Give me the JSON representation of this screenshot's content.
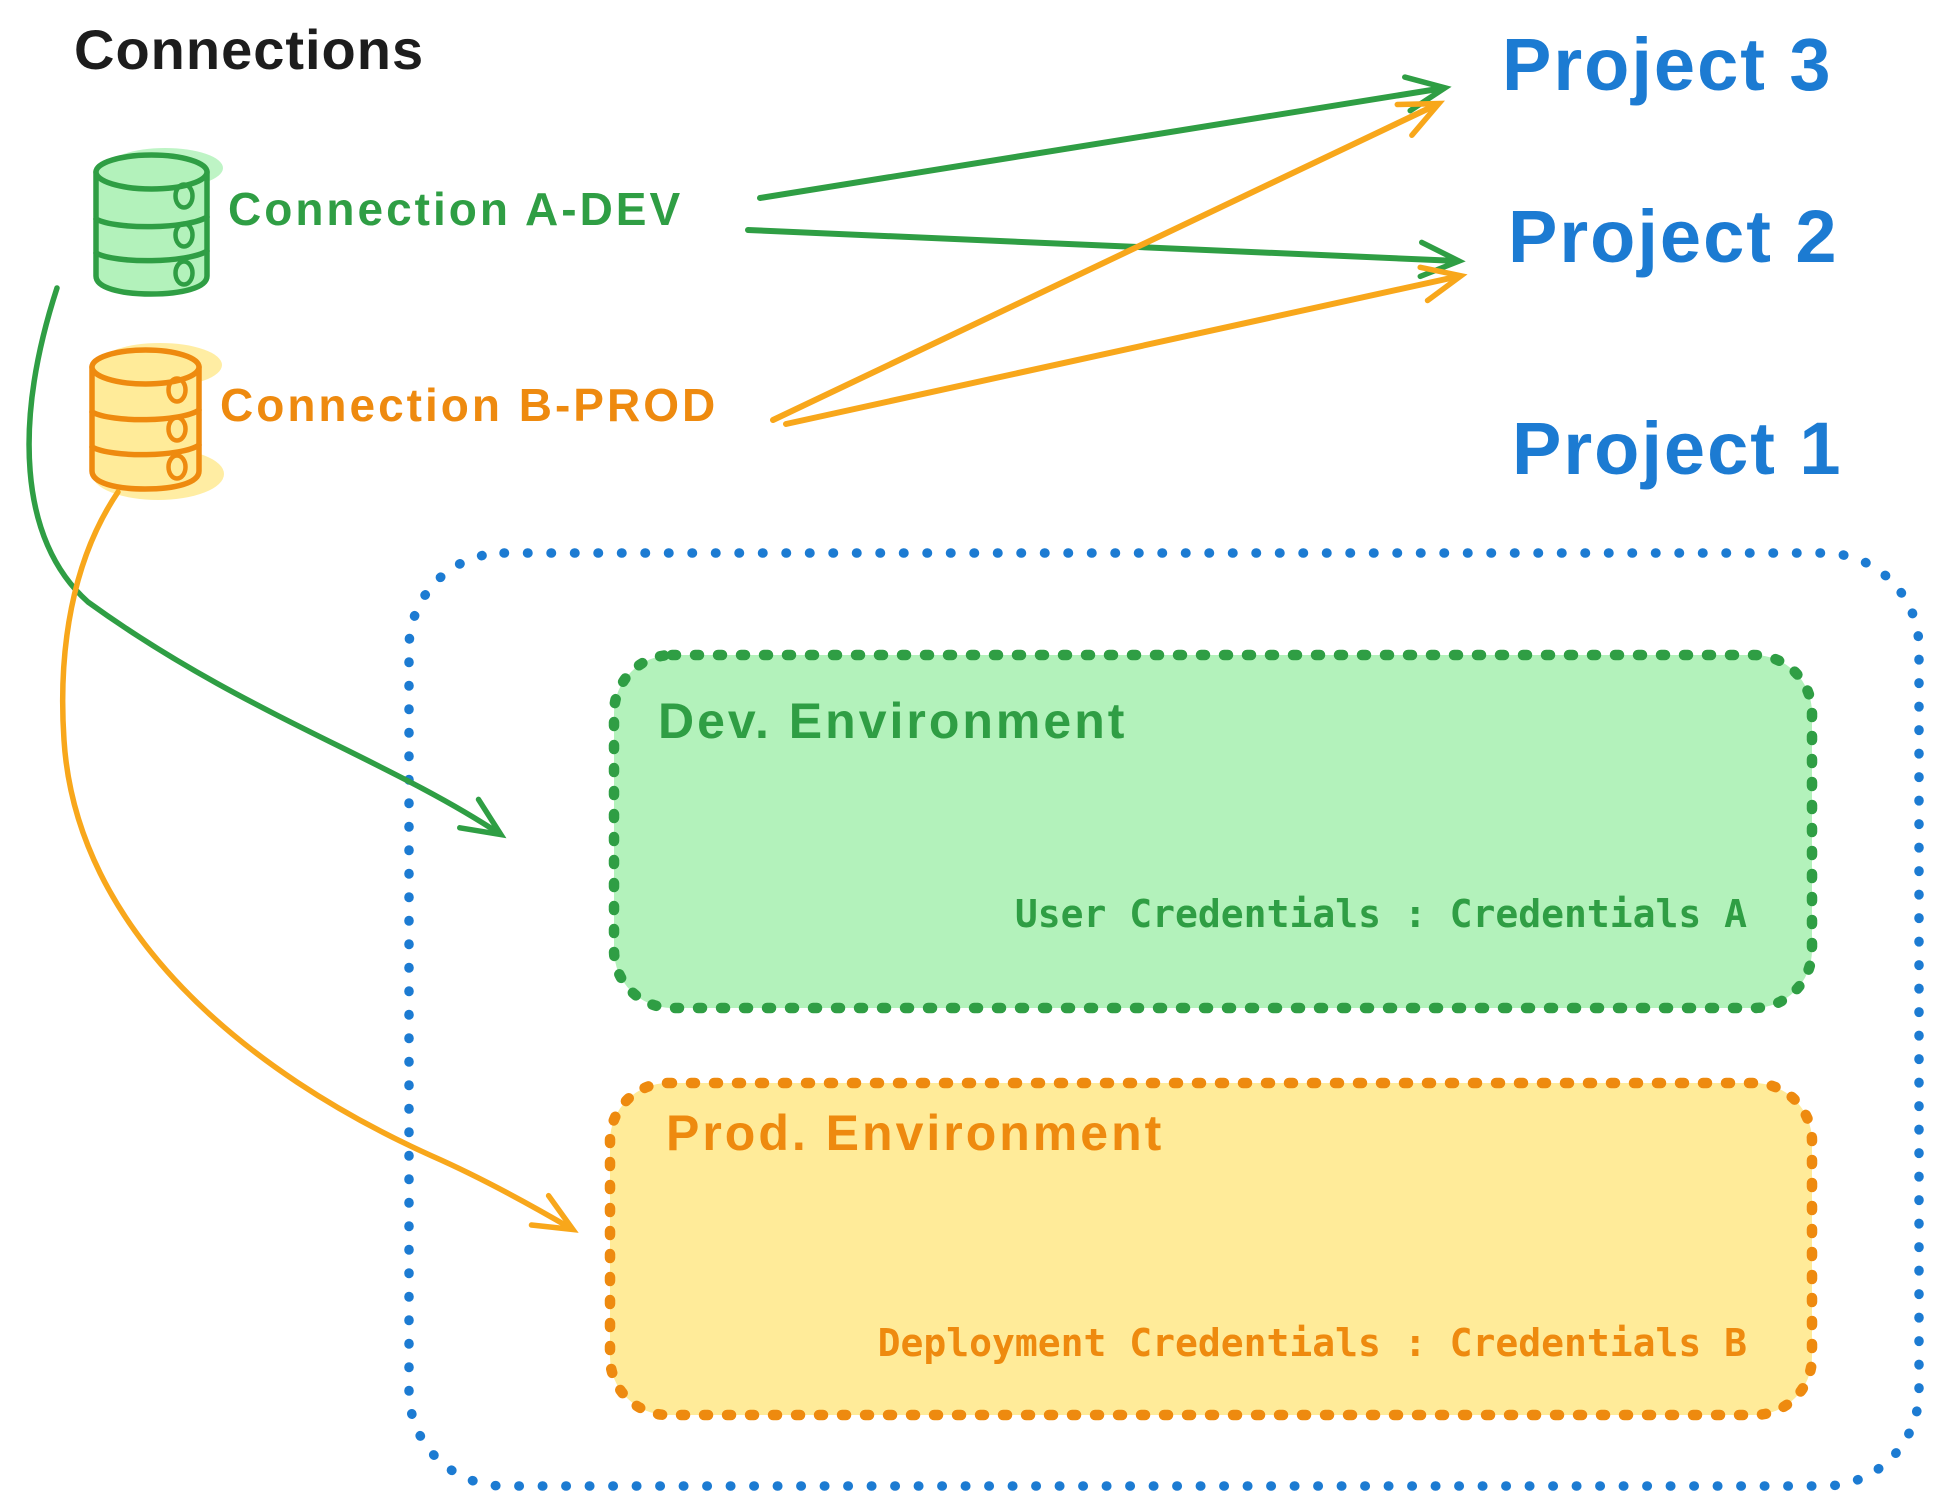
{
  "palette": {
    "ink": "#1d1d1d",
    "blue": "#1c7bd2",
    "green": "#2f9e44",
    "green_fill": "#b3f2bb",
    "orange": "#ee8a0f",
    "orange_fill": "#ffeb99",
    "amber_arrow": "#f8a71b"
  },
  "header": {
    "title": "Connections"
  },
  "connections": [
    {
      "label": "Connection A-DEV",
      "icon": "database-icon",
      "color": "#2f9e44"
    },
    {
      "label": "Connection B-PROD",
      "icon": "database-icon",
      "color": "#ee8a0f"
    }
  ],
  "projects": [
    {
      "label": "Project 3"
    },
    {
      "label": "Project 2"
    },
    {
      "label": "Project 1"
    }
  ],
  "project1_box": {
    "dev_environment": {
      "title": "Dev. Environment",
      "credentials": "User Credentials : Credentials A"
    },
    "prod_environment": {
      "title": "Prod. Environment",
      "credentials": "Deployment Credentials : Credentials B"
    }
  }
}
